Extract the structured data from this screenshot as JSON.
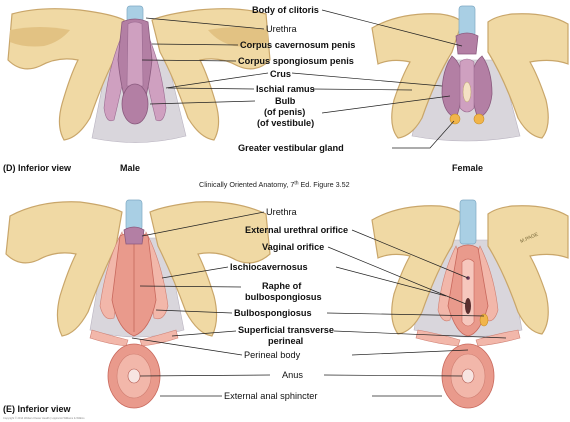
{
  "panel_d": {
    "title": "(D) Inferior view",
    "male_caption": "Male",
    "female_caption": "Female",
    "labels": {
      "body_of_clitoris": "Body of clitoris",
      "urethra": "Urethra",
      "corpus_cavernosum": "Corpus cavernosum penis",
      "corpus_spongiosum": "Corpus spongiosum penis",
      "crus": "Crus",
      "ischial_ramus": "Ischial ramus",
      "bulb_1": "Bulb",
      "bulb_2": "(of penis)",
      "bulb_3": "(of vestibule)",
      "greater_vestibular_gland": "Greater vestibular gland"
    }
  },
  "source_credit": {
    "prefix": "Clinically Oriented Anatomy, 7",
    "superscript": "th",
    "suffix": " Ed. Figure 3.52"
  },
  "panel_e": {
    "title": "(E) Inferior view",
    "labels": {
      "urethra": "Urethra",
      "external_urethral_orifice": "External urethral orifice",
      "vaginal_orifice": "Vaginal orifice",
      "ischiocavernosus": "Ischiocavernosus",
      "raphe_1": "Raphe of",
      "raphe_2": "bulbospongiosus",
      "bulbospongiosus": "Bulbospongiosus",
      "superficial_transverse_1": "Superficial transverse",
      "superficial_transverse_2": "perineal",
      "perineal_body": "Perineal body",
      "anus": "Anus",
      "external_anal_sphincter": "External anal sphincter"
    },
    "artist_stamp": "M.PAGE"
  },
  "copyright_line": "Copyright © 2014 Wolters Kluwer Health | Lippincott Williams & Wilkins"
}
